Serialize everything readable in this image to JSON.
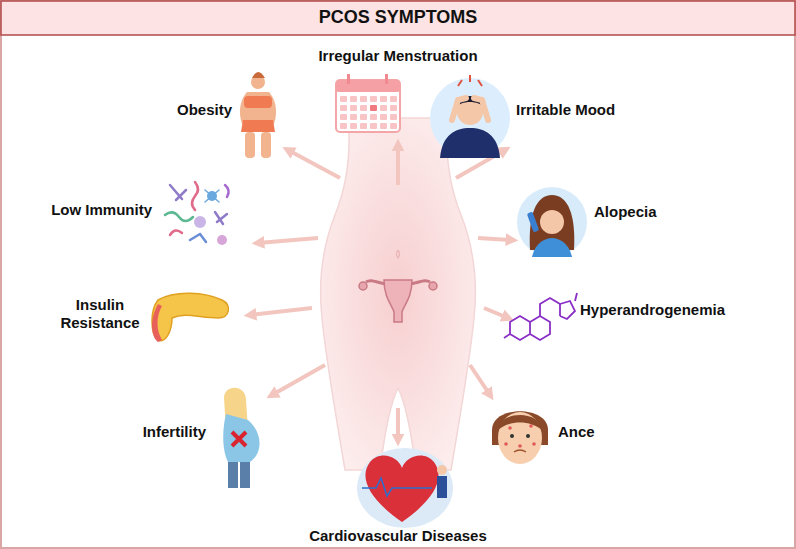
{
  "diagram": {
    "title": "PCOS SYMPTOMS",
    "labels": [
      "Irregular Menstruation",
      "Obesity",
      "Irritable Mood",
      "Low Immunity",
      "Alopecia",
      "Insulin Resistance",
      "Hyperandrogenemia",
      "Infertility",
      "Ance",
      "Cardiovascular Diseases"
    ]
  }
}
